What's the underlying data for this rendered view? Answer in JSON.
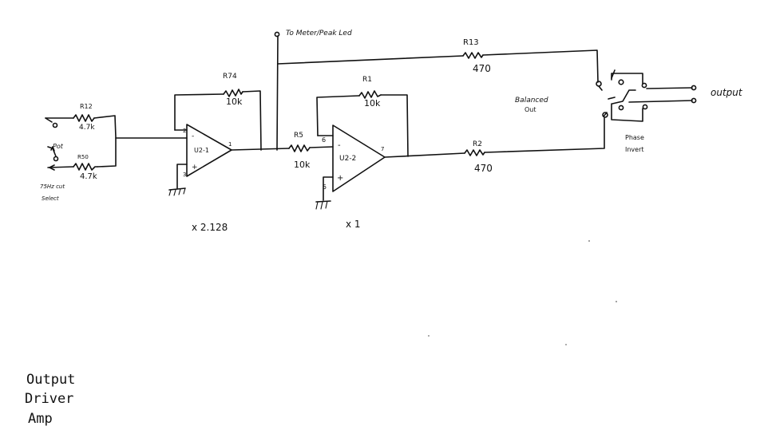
{
  "labels": {
    "to_meter": "To Meter/Peak Led",
    "r13_name": "R13",
    "r13_value": "470",
    "r74_name": "R74",
    "r74_value": "10k",
    "r1_name": "R1",
    "r1_value": "10k",
    "r12_name": "R12",
    "r12_value": "4.7k",
    "r50_name": "R50",
    "r50_value": "4.7k",
    "r5_name": "R5",
    "r5_value": "10k",
    "r2_name": "R2",
    "r2_value": "470",
    "u2_1": "U2-1",
    "u2_2": "U2-2",
    "balanced_out": [
      "Balanced",
      "Out"
    ],
    "output": "output",
    "phase_invert": [
      "Phase",
      "Invert"
    ],
    "gain_1": "x 2.128",
    "gain_2": "x 1",
    "pot_label": "Pot",
    "select_label": [
      "75Hz cut",
      "Select"
    ],
    "pin_2": "2",
    "pin_3": "3",
    "pin_1": "1",
    "pin_6": "6",
    "pin_5": "5",
    "pin_7": "7",
    "minus": "-",
    "plus": "+"
  },
  "title_lines": [
    "Output",
    "Driver",
    "Amp"
  ]
}
